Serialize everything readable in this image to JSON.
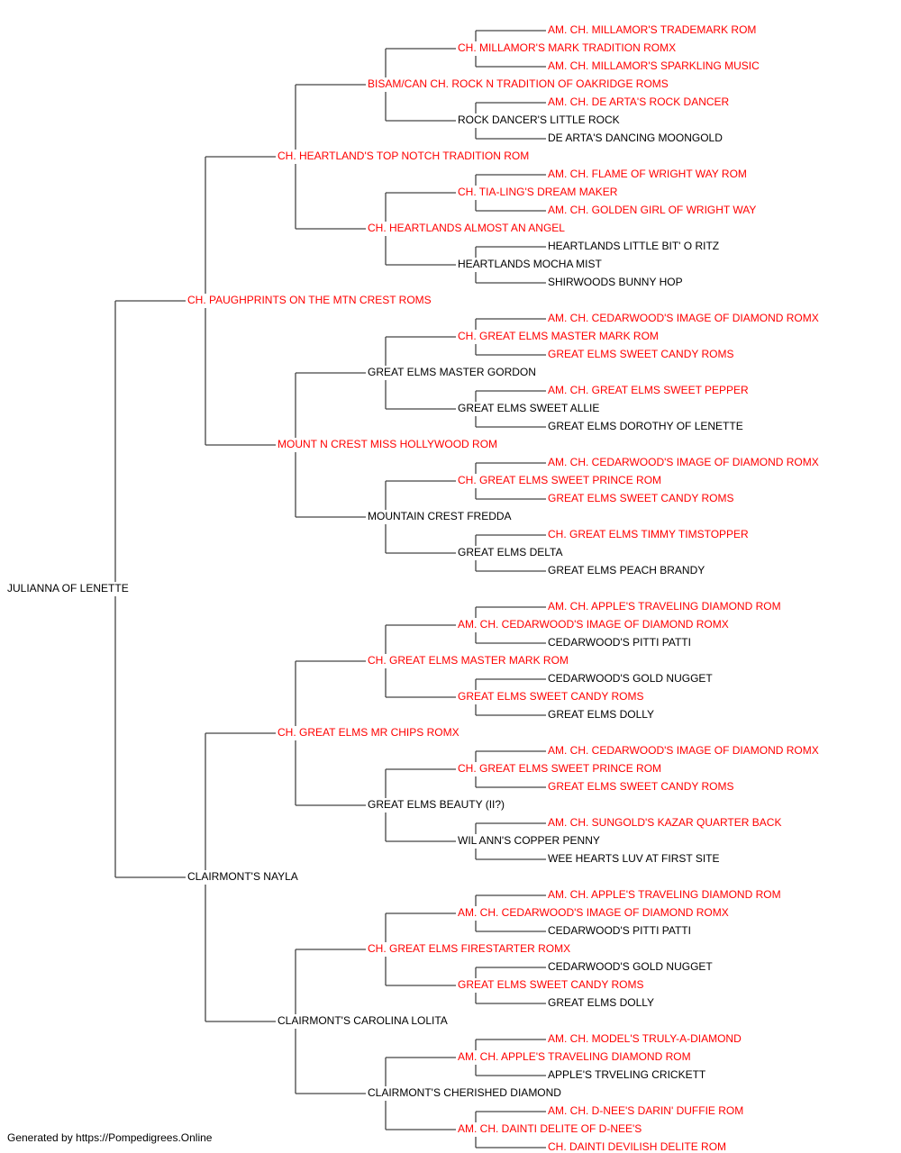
{
  "colors": {
    "champion": "#ff0000",
    "normal": "#000000",
    "connector": "#444444"
  },
  "root": {
    "name": "JULIANNA OF LENETTE",
    "champion": false,
    "sire": {
      "name": "CH. PAUGHPRINTS ON THE MTN CREST ROMS",
      "champion": true,
      "sire": {
        "name": "CH. HEARTLAND'S TOP NOTCH TRADITION ROM",
        "champion": true,
        "sire": {
          "name": "BISAM/CAN CH. ROCK N TRADITION OF OAKRIDGE ROMS",
          "champion": true,
          "sire": {
            "name": "CH. MILLAMOR'S MARK TRADITION ROMX",
            "champion": true,
            "sire": {
              "name": "AM. CH. MILLAMOR'S TRADEMARK ROM",
              "champion": true
            },
            "dam": {
              "name": "AM. CH. MILLAMOR'S SPARKLING MUSIC",
              "champion": true
            }
          },
          "dam": {
            "name": "ROCK DANCER'S LITTLE ROCK",
            "champion": false,
            "sire": {
              "name": "AM. CH. DE ARTA'S ROCK DANCER",
              "champion": true
            },
            "dam": {
              "name": "DE ARTA'S DANCING MOONGOLD",
              "champion": false
            }
          }
        },
        "dam": {
          "name": "CH. HEARTLANDS ALMOST AN ANGEL",
          "champion": true,
          "sire": {
            "name": "CH. TIA-LING'S DREAM MAKER",
            "champion": true,
            "sire": {
              "name": "AM. CH. FLAME OF WRIGHT WAY ROM",
              "champion": true
            },
            "dam": {
              "name": "AM. CH. GOLDEN GIRL OF WRIGHT WAY",
              "champion": true
            }
          },
          "dam": {
            "name": "HEARTLANDS MOCHA MIST",
            "champion": false,
            "sire": {
              "name": "HEARTLANDS LITTLE BIT' O RITZ",
              "champion": false
            },
            "dam": {
              "name": "SHIRWOODS BUNNY HOP",
              "champion": false
            }
          }
        }
      },
      "dam": {
        "name": "MOUNT N CREST MISS HOLLYWOOD ROM",
        "champion": true,
        "sire": {
          "name": "GREAT ELMS MASTER GORDON",
          "champion": false,
          "sire": {
            "name": "CH. GREAT ELMS MASTER MARK ROM",
            "champion": true,
            "sire": {
              "name": "AM. CH. CEDARWOOD'S IMAGE OF DIAMOND ROMX",
              "champion": true
            },
            "dam": {
              "name": "GREAT ELMS SWEET CANDY ROMS",
              "champion": true
            }
          },
          "dam": {
            "name": "GREAT ELMS SWEET ALLIE",
            "champion": false,
            "sire": {
              "name": "AM. CH. GREAT ELMS SWEET PEPPER",
              "champion": true
            },
            "dam": {
              "name": "GREAT ELMS DOROTHY OF LENETTE",
              "champion": false
            }
          }
        },
        "dam": {
          "name": "MOUNTAIN CREST FREDDA",
          "champion": false,
          "sire": {
            "name": "CH. GREAT ELMS SWEET PRINCE ROM",
            "champion": true,
            "sire": {
              "name": "AM. CH. CEDARWOOD'S IMAGE OF DIAMOND ROMX",
              "champion": true
            },
            "dam": {
              "name": "GREAT ELMS SWEET CANDY ROMS",
              "champion": true
            }
          },
          "dam": {
            "name": "GREAT ELMS DELTA",
            "champion": false,
            "sire": {
              "name": "CH. GREAT ELMS TIMMY TIMSTOPPER",
              "champion": true
            },
            "dam": {
              "name": "GREAT ELMS PEACH BRANDY",
              "champion": false
            }
          }
        }
      }
    },
    "dam": {
      "name": "CLAIRMONT'S NAYLA",
      "champion": false,
      "sire": {
        "name": "CH. GREAT ELMS MR CHIPS ROMX",
        "champion": true,
        "sire": {
          "name": "CH. GREAT ELMS MASTER MARK ROM",
          "champion": true,
          "sire": {
            "name": "AM. CH. CEDARWOOD'S IMAGE OF DIAMOND ROMX",
            "champion": true,
            "sire": {
              "name": "AM. CH. APPLE'S TRAVELING DIAMOND ROM",
              "champion": true
            },
            "dam": {
              "name": "CEDARWOOD'S PITTI PATTI",
              "champion": false
            }
          },
          "dam": {
            "name": "GREAT ELMS SWEET CANDY ROMS",
            "champion": true,
            "sire": {
              "name": "CEDARWOOD'S GOLD NUGGET",
              "champion": false
            },
            "dam": {
              "name": "GREAT ELMS DOLLY",
              "champion": false
            }
          }
        },
        "dam": {
          "name": "GREAT ELMS BEAUTY (II?)",
          "champion": false,
          "sire": {
            "name": "CH. GREAT ELMS SWEET PRINCE ROM",
            "champion": true,
            "sire": {
              "name": "AM. CH. CEDARWOOD'S IMAGE OF DIAMOND ROMX",
              "champion": true
            },
            "dam": {
              "name": "GREAT ELMS SWEET CANDY ROMS",
              "champion": true
            }
          },
          "dam": {
            "name": "WIL ANN'S COPPER PENNY",
            "champion": false,
            "sire": {
              "name": "AM. CH. SUNGOLD'S KAZAR QUARTER BACK",
              "champion": true
            },
            "dam": {
              "name": "WEE HEARTS LUV AT FIRST SITE",
              "champion": false
            }
          }
        }
      },
      "dam": {
        "name": "CLAIRMONT'S CAROLINA LOLITA",
        "champion": false,
        "sire": {
          "name": "CH. GREAT ELMS FIRESTARTER ROMX",
          "champion": true,
          "sire": {
            "name": "AM. CH. CEDARWOOD'S IMAGE OF DIAMOND ROMX",
            "champion": true,
            "sire": {
              "name": "AM. CH. APPLE'S TRAVELING DIAMOND ROM",
              "champion": true
            },
            "dam": {
              "name": "CEDARWOOD'S PITTI PATTI",
              "champion": false
            }
          },
          "dam": {
            "name": "GREAT ELMS SWEET CANDY ROMS",
            "champion": true,
            "sire": {
              "name": "CEDARWOOD'S GOLD NUGGET",
              "champion": false
            },
            "dam": {
              "name": "GREAT ELMS DOLLY",
              "champion": false
            }
          }
        },
        "dam": {
          "name": "CLAIRMONT'S CHERISHED DIAMOND",
          "champion": false,
          "sire": {
            "name": "AM. CH. APPLE'S TRAVELING DIAMOND ROM",
            "champion": true,
            "sire": {
              "name": "AM. CH. MODEL'S TRULY-A-DIAMOND",
              "champion": true
            },
            "dam": {
              "name": "APPLE'S TRVELING CRICKETT",
              "champion": false
            }
          },
          "dam": {
            "name": "AM. CH. DAINTI DELITE OF D-NEE'S",
            "champion": true,
            "sire": {
              "name": "AM. CH. D-NEE'S DARIN' DUFFIE ROM",
              "champion": true
            },
            "dam": {
              "name": "CH. DAINTI DEVILISH DELITE ROM",
              "champion": true
            }
          }
        }
      }
    }
  },
  "footer": "Generated by https://Pompedigrees.Online"
}
